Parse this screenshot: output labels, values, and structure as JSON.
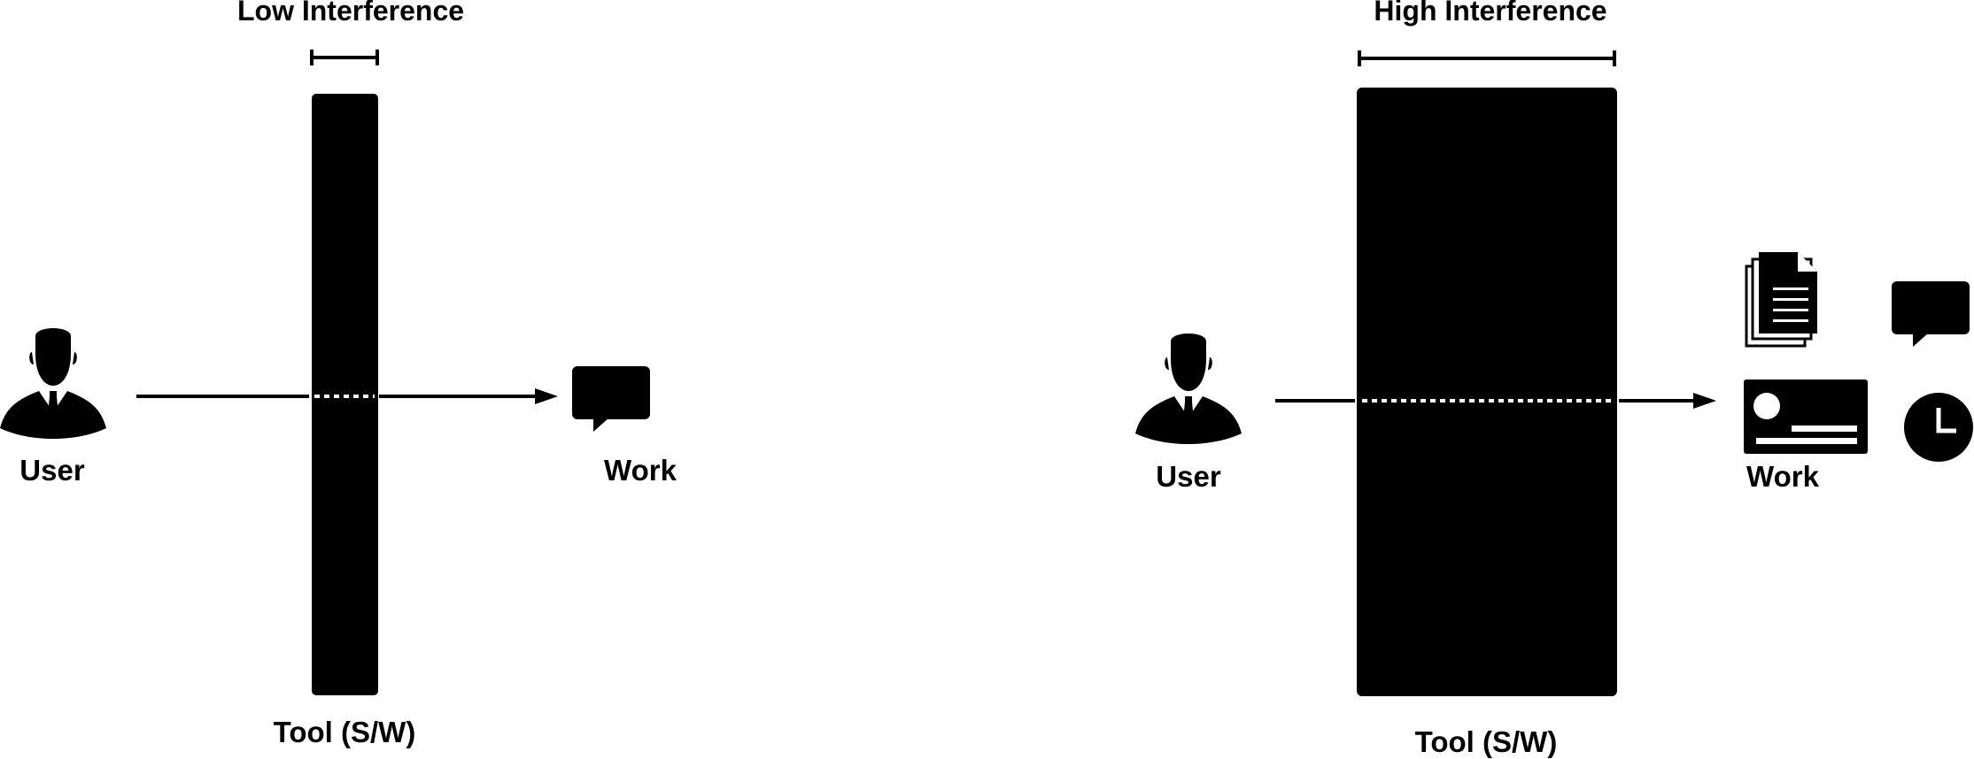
{
  "colors": {
    "ink": "#000000",
    "paper": "#ffffff"
  },
  "panels": [
    {
      "heading": "Low Interference",
      "user_label": "User",
      "work_label": "Work",
      "tool_label": "Tool (S/W)",
      "icons": [
        "user-icon",
        "speech-bubble-icon"
      ]
    },
    {
      "heading": "High Interference",
      "user_label": "User",
      "work_label": "Work",
      "tool_label": "Tool (S/W)",
      "icons": [
        "user-icon",
        "documents-icon",
        "speech-bubble-icon",
        "id-card-icon",
        "clock-icon"
      ]
    }
  ]
}
